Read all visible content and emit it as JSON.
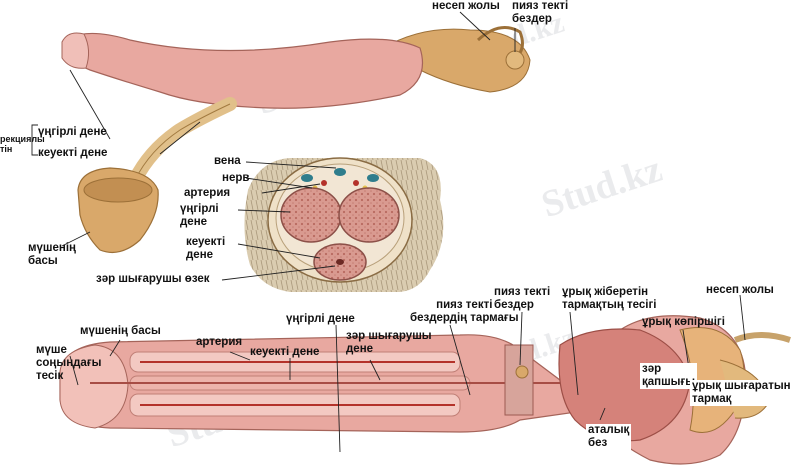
{
  "watermark": "Stud.kz",
  "colors": {
    "shaft": "#e8a8a0",
    "shaft_shadow": "#c9827a",
    "bulb": "#d9a86a",
    "tissue": "#d8a79e",
    "hair": "#b8a27a",
    "vessel": "#b4322a",
    "vein": "#2f7d8c"
  },
  "top_figure": {
    "label_urethra": "несеп жолы",
    "label_bulbourethral": "пияз текті\nбездер",
    "label_erectile_partial": "рекциялы\nтін",
    "label_corpus_spongiosum": "үңгірлі дене",
    "label_corpus_cavernosum": "кеуекті дене",
    "label_glans": "мүшенің\nбасы"
  },
  "cross_section": {
    "label_vein": "вена",
    "label_nerve": "нерв",
    "label_artery": "артерия",
    "label_corpus_spongiosum": "үңгірлі\nдене",
    "label_corpus_cavernosum": "кеуекті\nдене",
    "label_urethra": "зәр шығарушы өзек"
  },
  "bottom_figure": {
    "label_bulbourethral_duct": "пияз текті\nбездердің тармағы",
    "label_bulbourethral": "пияз текті\nбездер",
    "label_ejaculatory_opening": "ұрық жіберетін\nтармақтың тесігі",
    "label_urethra": "несеп жолы",
    "label_seminal_colliculus": "ұрық көпіршігі",
    "label_corpus_spongiosum": "үңгірлі дене",
    "label_glans": "мүшенің басы",
    "label_artery": "артерия",
    "label_corpus_cavernosum": "кеуекті дене",
    "label_urethra_body": "зәр шығарушы\nдене",
    "label_external_orifice": "мүше\nсоңындағы\nтесік",
    "label_bladder": "зәр\nқапшығы",
    "label_ejaculatory_duct": "ұрық шығаратын\nтармақ",
    "label_prostate": "аталық\nбез"
  }
}
